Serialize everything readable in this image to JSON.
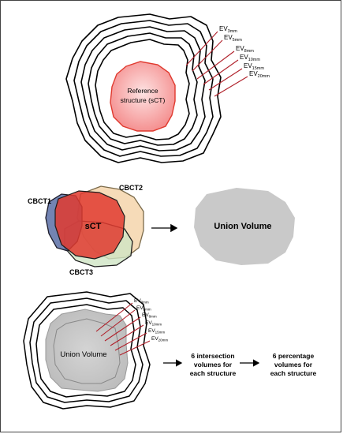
{
  "panel1": {
    "reference_line1": "Reference",
    "reference_line2": "structure (sCT)",
    "ev_labels": [
      {
        "base": "EV",
        "sub": "3mm"
      },
      {
        "base": "EV",
        "sub": "5mm"
      },
      {
        "base": "EV",
        "sub": "8mm"
      },
      {
        "base": "EV",
        "sub": "10mm"
      },
      {
        "base": "EV",
        "sub": "15mm"
      },
      {
        "base": "EV",
        "sub": "20mm"
      }
    ]
  },
  "panel2": {
    "cbct1": "CBCT1",
    "cbct2": "CBCT2",
    "cbct3": "CBCT3",
    "sct": "sCT",
    "union": "Union Volume"
  },
  "panel3": {
    "union": "Union Volume",
    "ev_labels": [
      {
        "base": "EV",
        "sub": "3mm"
      },
      {
        "base": "EV",
        "sub": "5mm"
      },
      {
        "base": "EV",
        "sub": "8mm"
      },
      {
        "base": "EV",
        "sub": "10mm"
      },
      {
        "base": "EV",
        "sub": "15mm"
      },
      {
        "base": "EV",
        "sub": "20mm"
      }
    ],
    "step1_lines": [
      "6 intersection",
      "volumes for",
      "each structure"
    ],
    "step2_lines": [
      "6 percentage",
      "volumes for",
      "each structure"
    ]
  },
  "colors": {
    "sct_red": "#e03a2f",
    "sct_pink": "#f7b6b6",
    "cbct1_blue": "#5b6fa6",
    "cbct2_orange": "#f3cfa0",
    "cbct3_green": "#cfe5c4",
    "union_gray": "#c9c9c9",
    "ev_line": "#b0202a"
  }
}
